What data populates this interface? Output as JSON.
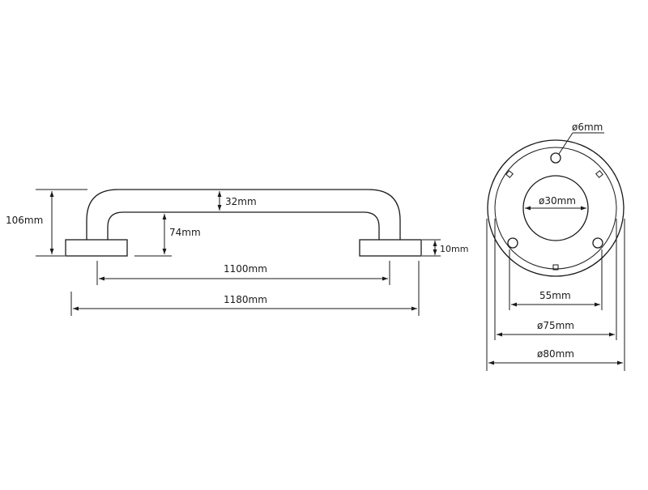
{
  "side_view": {
    "dim_total_height": "106mm",
    "dim_tube_dia": "32mm",
    "dim_inner_height": "74mm",
    "dim_flange_thickness": "10mm",
    "dim_inner_length": "1100mm",
    "dim_total_length": "1180mm"
  },
  "flange_view": {
    "dim_screw_hole": "ø6mm",
    "dim_center_hole": "ø30mm",
    "dim_hole_spacing": "55mm",
    "dim_inner_diameter": "ø75mm",
    "dim_outer_diameter": "ø80mm"
  },
  "colors": {
    "line": "#1a1a1a",
    "background": "#ffffff"
  }
}
